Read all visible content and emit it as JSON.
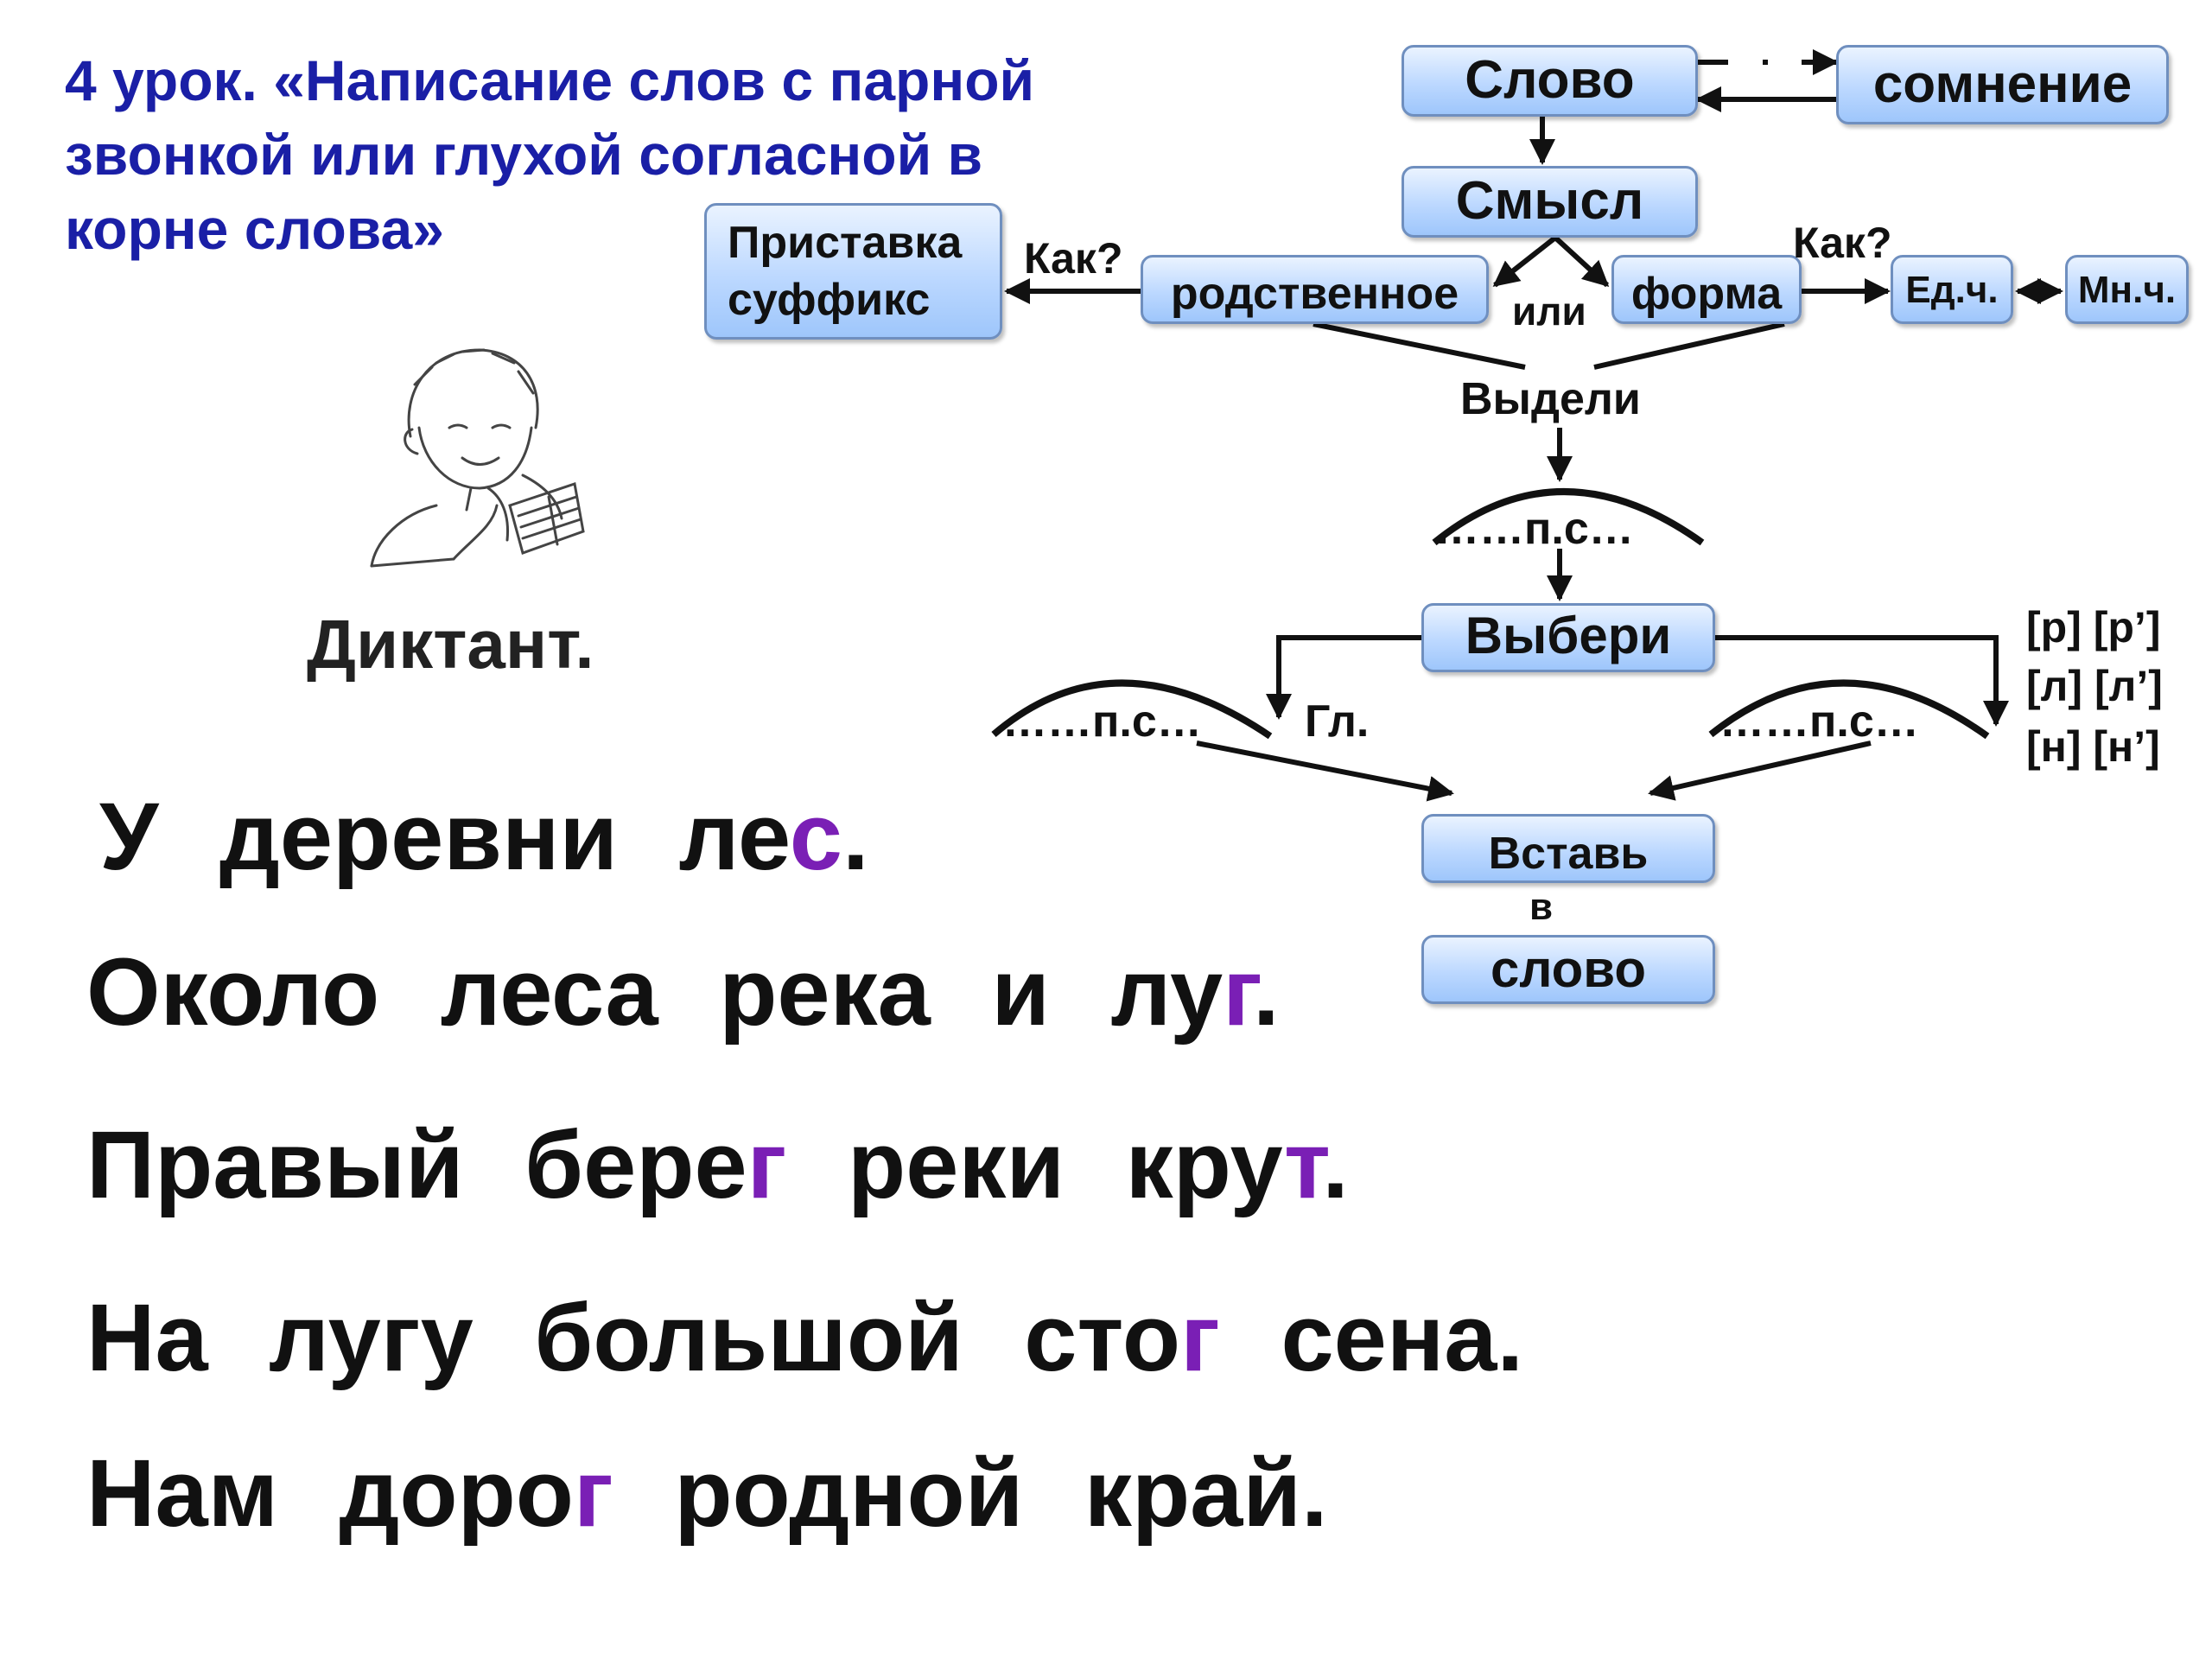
{
  "header": {
    "title_lines": [
      "4 урок. «Написание слов с парной",
      "звонкой  или  глухой  согласной в",
      "корне слова»"
    ]
  },
  "illustration": {
    "name": "boy-reading-icon",
    "caption": "Диктант."
  },
  "diagram": {
    "slovo": "Слово",
    "somnenie": "сомнение",
    "smysl": "Смысл",
    "pristavka": "Приставка",
    "suffiks": "суффикс",
    "kak_left": "Как?",
    "rodstvennoe": "родственное",
    "ili": "или",
    "forma": "форма",
    "kak_right": "Как?",
    "ed": "Ед.ч.",
    "mn": "Мн.ч.",
    "vydeli": "Выдели",
    "ps_center": "……п.с…",
    "vyberi": "Выбери",
    "ps_left": "……п.с…",
    "gl": "Гл.",
    "ps_right": "……п.с…",
    "pairs": [
      "[р] [р’]",
      "[л] [л’]",
      "[н] [н’]"
    ],
    "vstav": "Вставь",
    "v": "в",
    "slovo2": "слово"
  },
  "dictation": [
    {
      "parts": [
        "У  деревни  ле",
        "с",
        "."
      ]
    },
    {
      "parts": [
        "Около  леса  река  и  лу",
        "г",
        "."
      ]
    },
    {
      "parts": [
        "Правый  бере",
        "г",
        "  реки  кру",
        "т",
        "."
      ]
    },
    {
      "parts": [
        "На  лугу  большой  сто",
        "г",
        "  сена."
      ]
    },
    {
      "parts": [
        "Нам  доро",
        "г",
        "  родной  край."
      ]
    }
  ],
  "colors": {
    "title": "#1a1fa6",
    "highlight": "#7a1fb5",
    "box_fill": "#bcd8ff"
  }
}
